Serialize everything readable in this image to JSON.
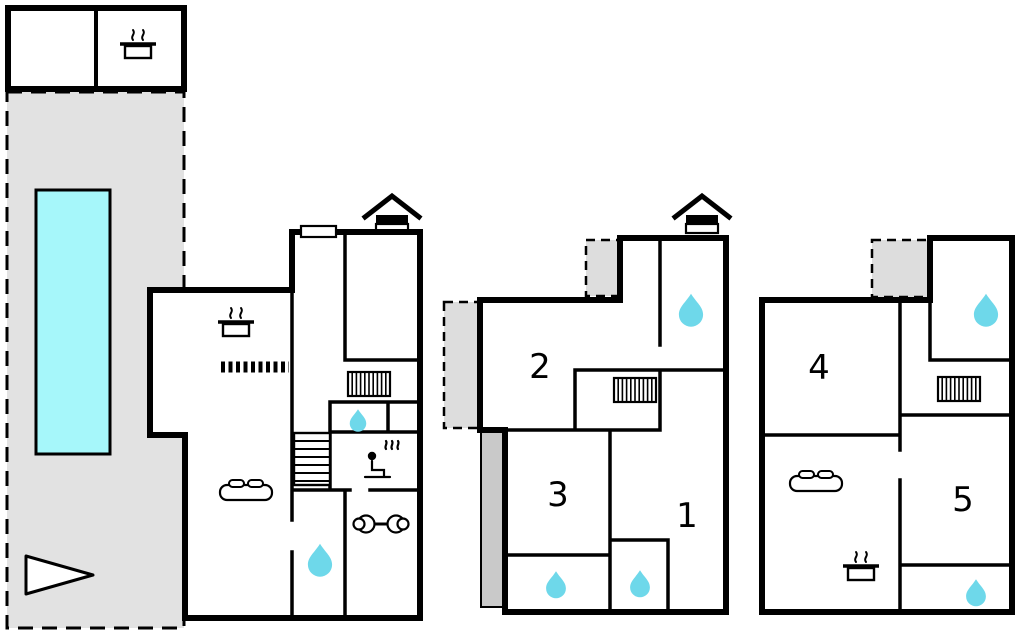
{
  "plan": {
    "type": "floor-plan",
    "room_labels": {
      "r1": "1",
      "r2": "2",
      "r3": "3",
      "r4": "4",
      "r5": "5"
    },
    "colors": {
      "background": "#ffffff",
      "wall": "#000000",
      "plot_fill": "#e2e2e2",
      "porch_fill": "#dddddd",
      "strip_fill": "#c9c9c9",
      "pool_fill": "#a6f7fa",
      "water": "#6ed8ea"
    },
    "icons": {
      "stove": "cooking-pot-with-steam",
      "water_droplet": "water-drop",
      "radiator": "radiator-grill",
      "sofa": "sofa-top-view",
      "stairs": "staircase",
      "sauna": "person-in-sauna",
      "barbell": "exercise-barbell",
      "roof_vent": "roof-vent-chimney",
      "arrow": "direction-arrow",
      "window": "window-marker"
    }
  }
}
